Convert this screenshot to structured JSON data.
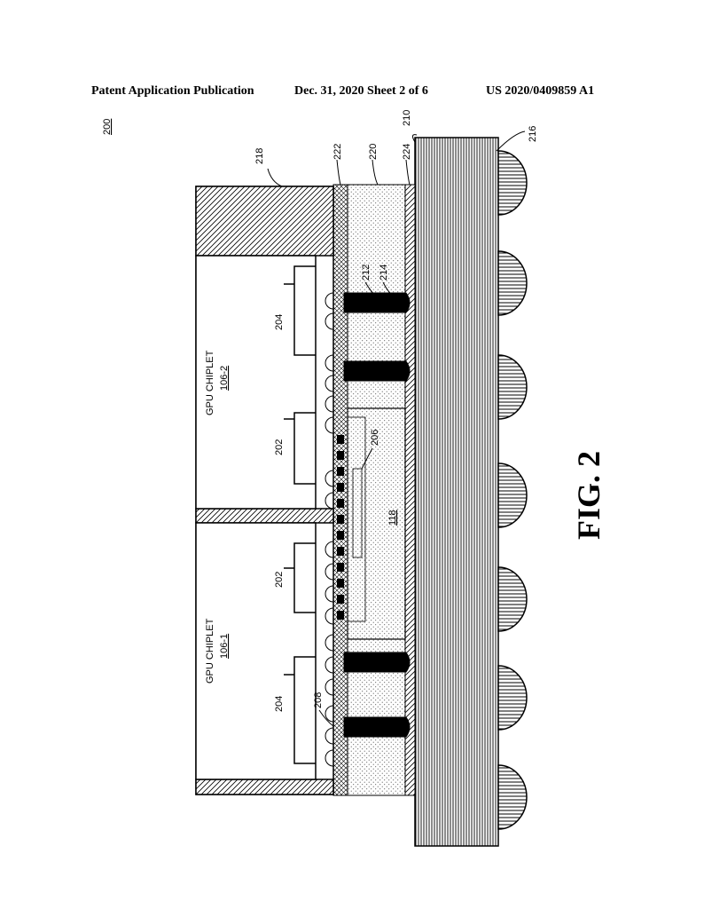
{
  "header": {
    "publication": "Patent Application Publication",
    "date_sheet": "Dec. 31, 2020   Sheet 2 of 6",
    "number": "US 2020/0409859 A1"
  },
  "figure": {
    "ref": "200",
    "title": "FIG. 2",
    "chiplet_left": {
      "name": "GPU CHIPLET",
      "ref": "106-1"
    },
    "chiplet_right": {
      "name": "GPU CHIPLET",
      "ref": "106-2"
    },
    "bridge_ref": "118",
    "labels": {
      "l210": "210",
      "l216": "216",
      "l218": "218",
      "l222": "222",
      "l220": "220",
      "l224": "224",
      "l212": "212",
      "l214": "214",
      "l204a": "204",
      "l202a": "202",
      "l206": "206",
      "l202b": "202",
      "l204b": "204",
      "l208": "208"
    }
  }
}
